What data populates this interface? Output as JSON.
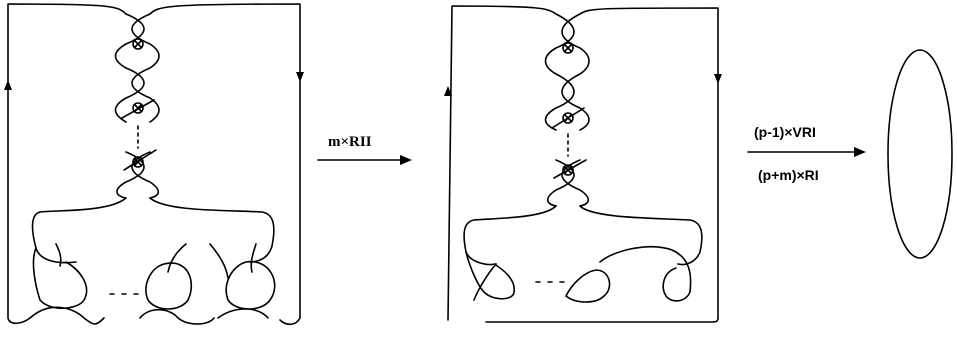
{
  "figure": {
    "labels": {
      "step1": "m×RII",
      "step2_top": "(p-1)×VRI",
      "step2_bottom": "(p+m)×RI",
      "dots": "..."
    },
    "line_color": "#000000",
    "background": "#ffffff"
  }
}
